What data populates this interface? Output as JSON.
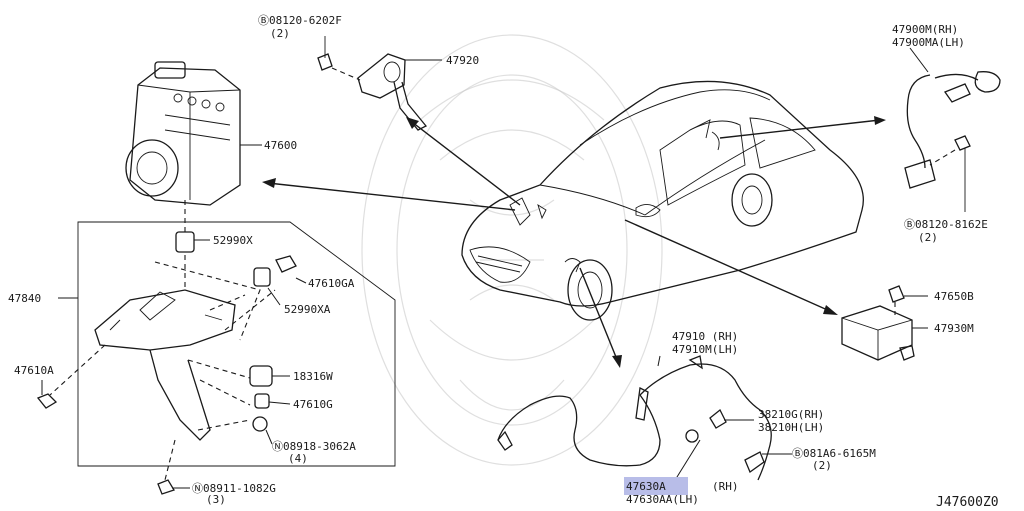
{
  "diagram_code": "J47600Z0",
  "labels": {
    "bolt_a": "Ⓑ08120-6202F",
    "bolt_a_qty": "(2)",
    "p47920": "47920",
    "p47600": "47600",
    "p52990x": "52990X",
    "p47610ga": "47610GA",
    "p47840": "47840",
    "p52990xa": "52990XA",
    "p47610a": "47610A",
    "p18316w": "18316W",
    "p47610g": "47610G",
    "nut_a": "Ⓝ08918-3062A",
    "nut_a_qty": "(4)",
    "nut_b": "Ⓝ08911-1082G",
    "nut_b_qty": "(3)",
    "p47900m": "47900M(RH)",
    "p47900ma": "47900MA(LH)",
    "bolt_b": "Ⓑ08120-8162E",
    "bolt_b_qty": "(2)",
    "p47650b": "47650B",
    "p47930m": "47930M",
    "p47910": "47910 (RH)",
    "p47910m": "47910M(LH)",
    "p38210g": "38210G(RH)",
    "p38210h": "38210H(LH)",
    "bolt_c": "Ⓑ081A6-6165M",
    "bolt_c_qty": "(2)",
    "p47630a": "47630A",
    "p47630a_side": "(RH)",
    "p47630aa": "47630AA(LH)"
  },
  "highlight_color": "#b8bde8",
  "icons": [
    "abs-actuator-icon",
    "bracket-icon",
    "wheel-sensor-icon",
    "yaw-sensor-icon",
    "car-icon",
    "watermark-icon"
  ]
}
